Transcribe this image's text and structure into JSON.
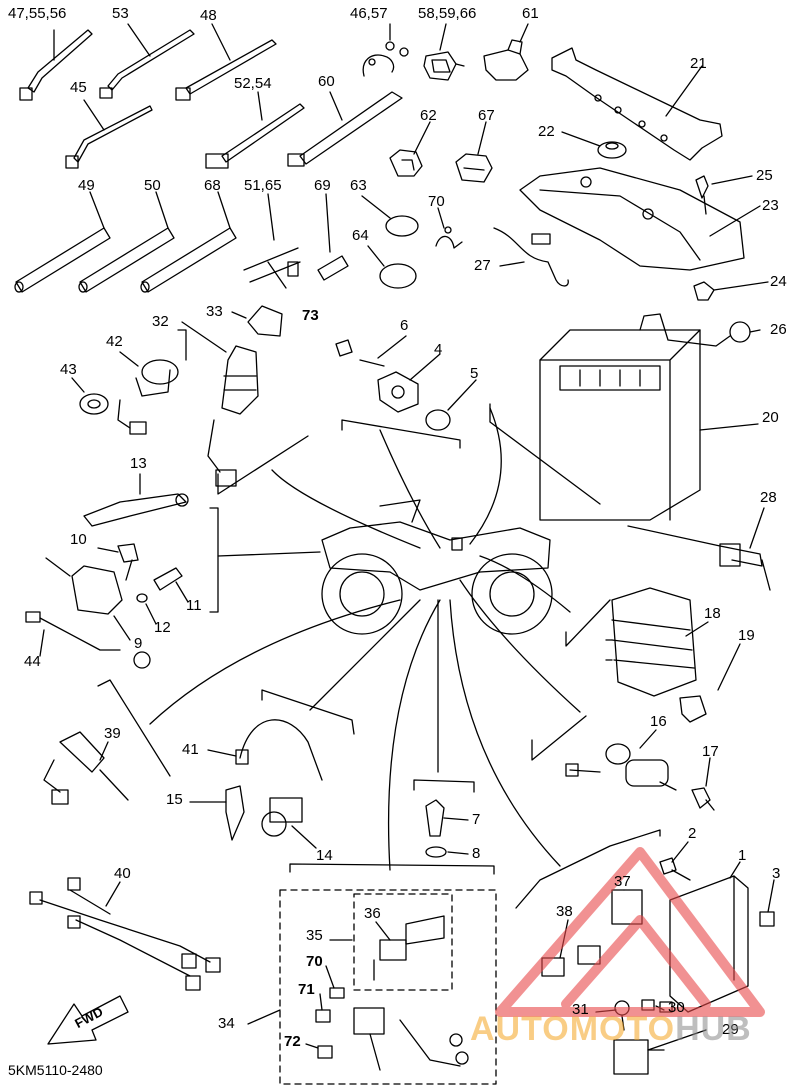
{
  "diagram": {
    "code": "5KM5110-2480",
    "fwd_label": "FWD",
    "watermark_a": "AUTOMOTO",
    "watermark_b": "HUB",
    "labels": [
      "47,55,56",
      "53",
      "48",
      "46,57",
      "58,59,66",
      "61",
      "45",
      "52,54",
      "60",
      "21",
      "62",
      "67",
      "22",
      "25",
      "23",
      "49",
      "50",
      "68",
      "51,65",
      "69",
      "63",
      "70",
      "64",
      "27",
      "24",
      "33",
      "73",
      "32",
      "6",
      "4",
      "5",
      "26",
      "42",
      "43",
      "20",
      "13",
      "28",
      "10",
      "11",
      "12",
      "9",
      "44",
      "18",
      "19",
      "16",
      "17",
      "39",
      "41",
      "15",
      "14",
      "7",
      "8",
      "2",
      "1",
      "3",
      "40",
      "37",
      "38",
      "36",
      "35",
      "70",
      "71",
      "31",
      "30",
      "29",
      "34",
      "72"
    ],
    "colors": {
      "line": "#000000",
      "watermark_red": "#e8494a",
      "watermark_orange": "#f5a623",
      "watermark_gray": "#8a8a8a"
    }
  }
}
